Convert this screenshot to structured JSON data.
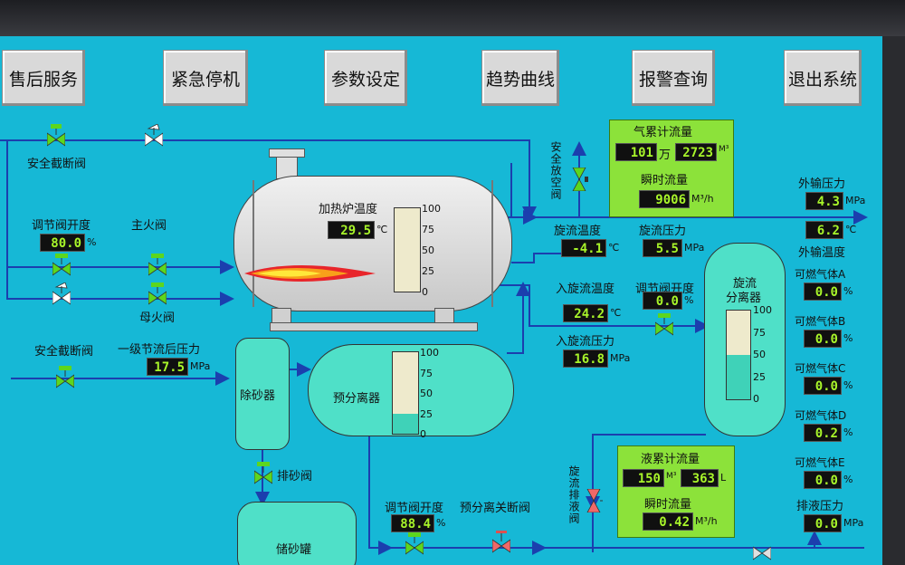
{
  "toolbar": {
    "after_sales": "售后服务",
    "emergency_stop": "紧急停机",
    "param_set": "参数设定",
    "trend": "趋势曲线",
    "alarm": "报警查询",
    "exit": "退出系统"
  },
  "labels": {
    "safety_valve_top": "安全截断阀",
    "reg_valve_open_left": "调节阀开度",
    "main_fire_valve": "主火阀",
    "pilot_fire_valve": "母火阀",
    "safety_valve_left": "安全截断阀",
    "stage1_pressure": "一级节流后压力",
    "desander": "除砂器",
    "sand_drain_valve": "排砂阀",
    "sand_tank": "储砂罐",
    "heater_temp": "加热炉温度",
    "pre_separator": "预分离器",
    "safety_relief_valve": "安全放空阀",
    "cyclone_temp": "旋流温度",
    "cyclone_pressure": "旋流压力",
    "inlet_cyclone_temp": "入旋流温度",
    "reg_valve_open_mid": "调节阀开度",
    "inlet_cyclone_pressure": "入旋流压力",
    "cyclone_separator_1": "旋流",
    "cyclone_separator_2": "分离器",
    "gas_total_flow": "气累计流量",
    "gas_inst_flow": "瞬时流量",
    "liq_total_flow": "液累计流量",
    "liq_inst_flow": "瞬时流量",
    "reg_valve_open_bottom": "调节阀开度",
    "pre_sep_shutoff": "预分离关断阀",
    "cyclone_drain_valve": "旋流排液阀",
    "export_pressure": "外输压力",
    "export_temp": "外输温度",
    "gas_a": "可燃气体A",
    "gas_b": "可燃气体B",
    "gas_c": "可燃气体C",
    "gas_d": "可燃气体D",
    "gas_e": "可燃气体E",
    "drain_pressure": "排液压力"
  },
  "values": {
    "reg_valve_open_left": "80.0",
    "heater_temp": "29.5",
    "stage1_pressure": "17.5",
    "gas_total_wan": "101",
    "gas_total_rest": "2723",
    "gas_inst_flow": "9006",
    "cyclone_temp": "-4.1",
    "cyclone_pressure": "5.5",
    "reg_valve_open_mid": "0.0",
    "inlet_cyclone_temp": "24.2",
    "inlet_cyclone_pressure": "16.8",
    "liq_total_m3": "150",
    "liq_total_l": "363",
    "liq_inst_flow": "0.42",
    "reg_valve_open_bottom": "88.4",
    "export_pressure": "4.3",
    "export_temp": "6.2",
    "gas_a": "0.0",
    "gas_b": "0.0",
    "gas_c": "0.0",
    "gas_d": "0.2",
    "gas_e": "0.0",
    "drain_pressure": "0.0"
  },
  "units": {
    "percent": "%",
    "celsius": "℃",
    "mpa": "MPa",
    "wan": "万",
    "m3": "M³",
    "m3h": "M³/h",
    "litre": "L"
  },
  "gauges": {
    "ticks": [
      "100",
      "75",
      "50",
      "25",
      "0"
    ],
    "heater_level": 0.0,
    "pre_separator_level": 0.25,
    "cyclone_level": 0.5
  },
  "colors": {
    "screen_bg": "#16b8d6",
    "vessel": "#4fe0c8",
    "heater": "#dcdcdc",
    "panel": "#8ce23a",
    "display_text": "#a8f52a",
    "pipe": "#1b3fae",
    "valve_green": "#5dd61e"
  }
}
